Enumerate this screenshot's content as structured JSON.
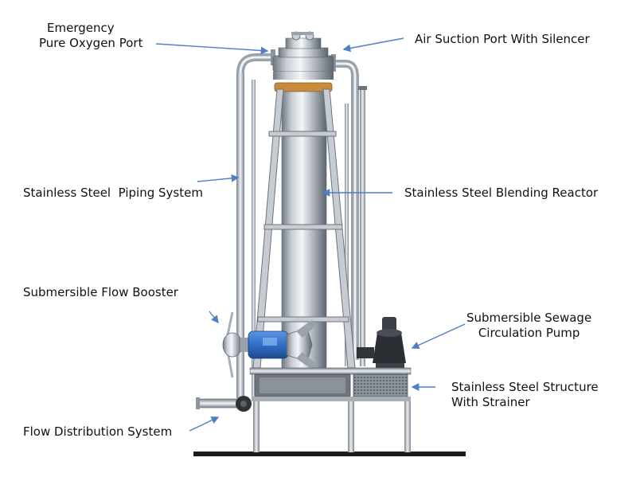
{
  "labels": {
    "emergency_oxygen_line1": "Emergency",
    "emergency_oxygen_line2": "Pure Oxygen Port",
    "air_suction": "Air Suction Port With Silencer",
    "piping": "Stainless Steel  Piping System",
    "blending_reactor": "Stainless Steel Blending Reactor",
    "flow_booster": "Submersible Flow Booster",
    "sewage_pump_line1": "Submersible Sewage",
    "sewage_pump_line2": "Circulation Pump",
    "structure_line1": "Stainless Steel Structure",
    "structure_line2": "With Strainer",
    "flow_distribution": "Flow Distribution System"
  },
  "colors": {
    "arrow": "#4f7fc4",
    "steel_light": "#e9ecef",
    "steel_dark": "#7d8590",
    "copper_band": "#c98a3a",
    "booster_blue": "#2f6fc9",
    "pump_dark": "#2b2f33"
  }
}
